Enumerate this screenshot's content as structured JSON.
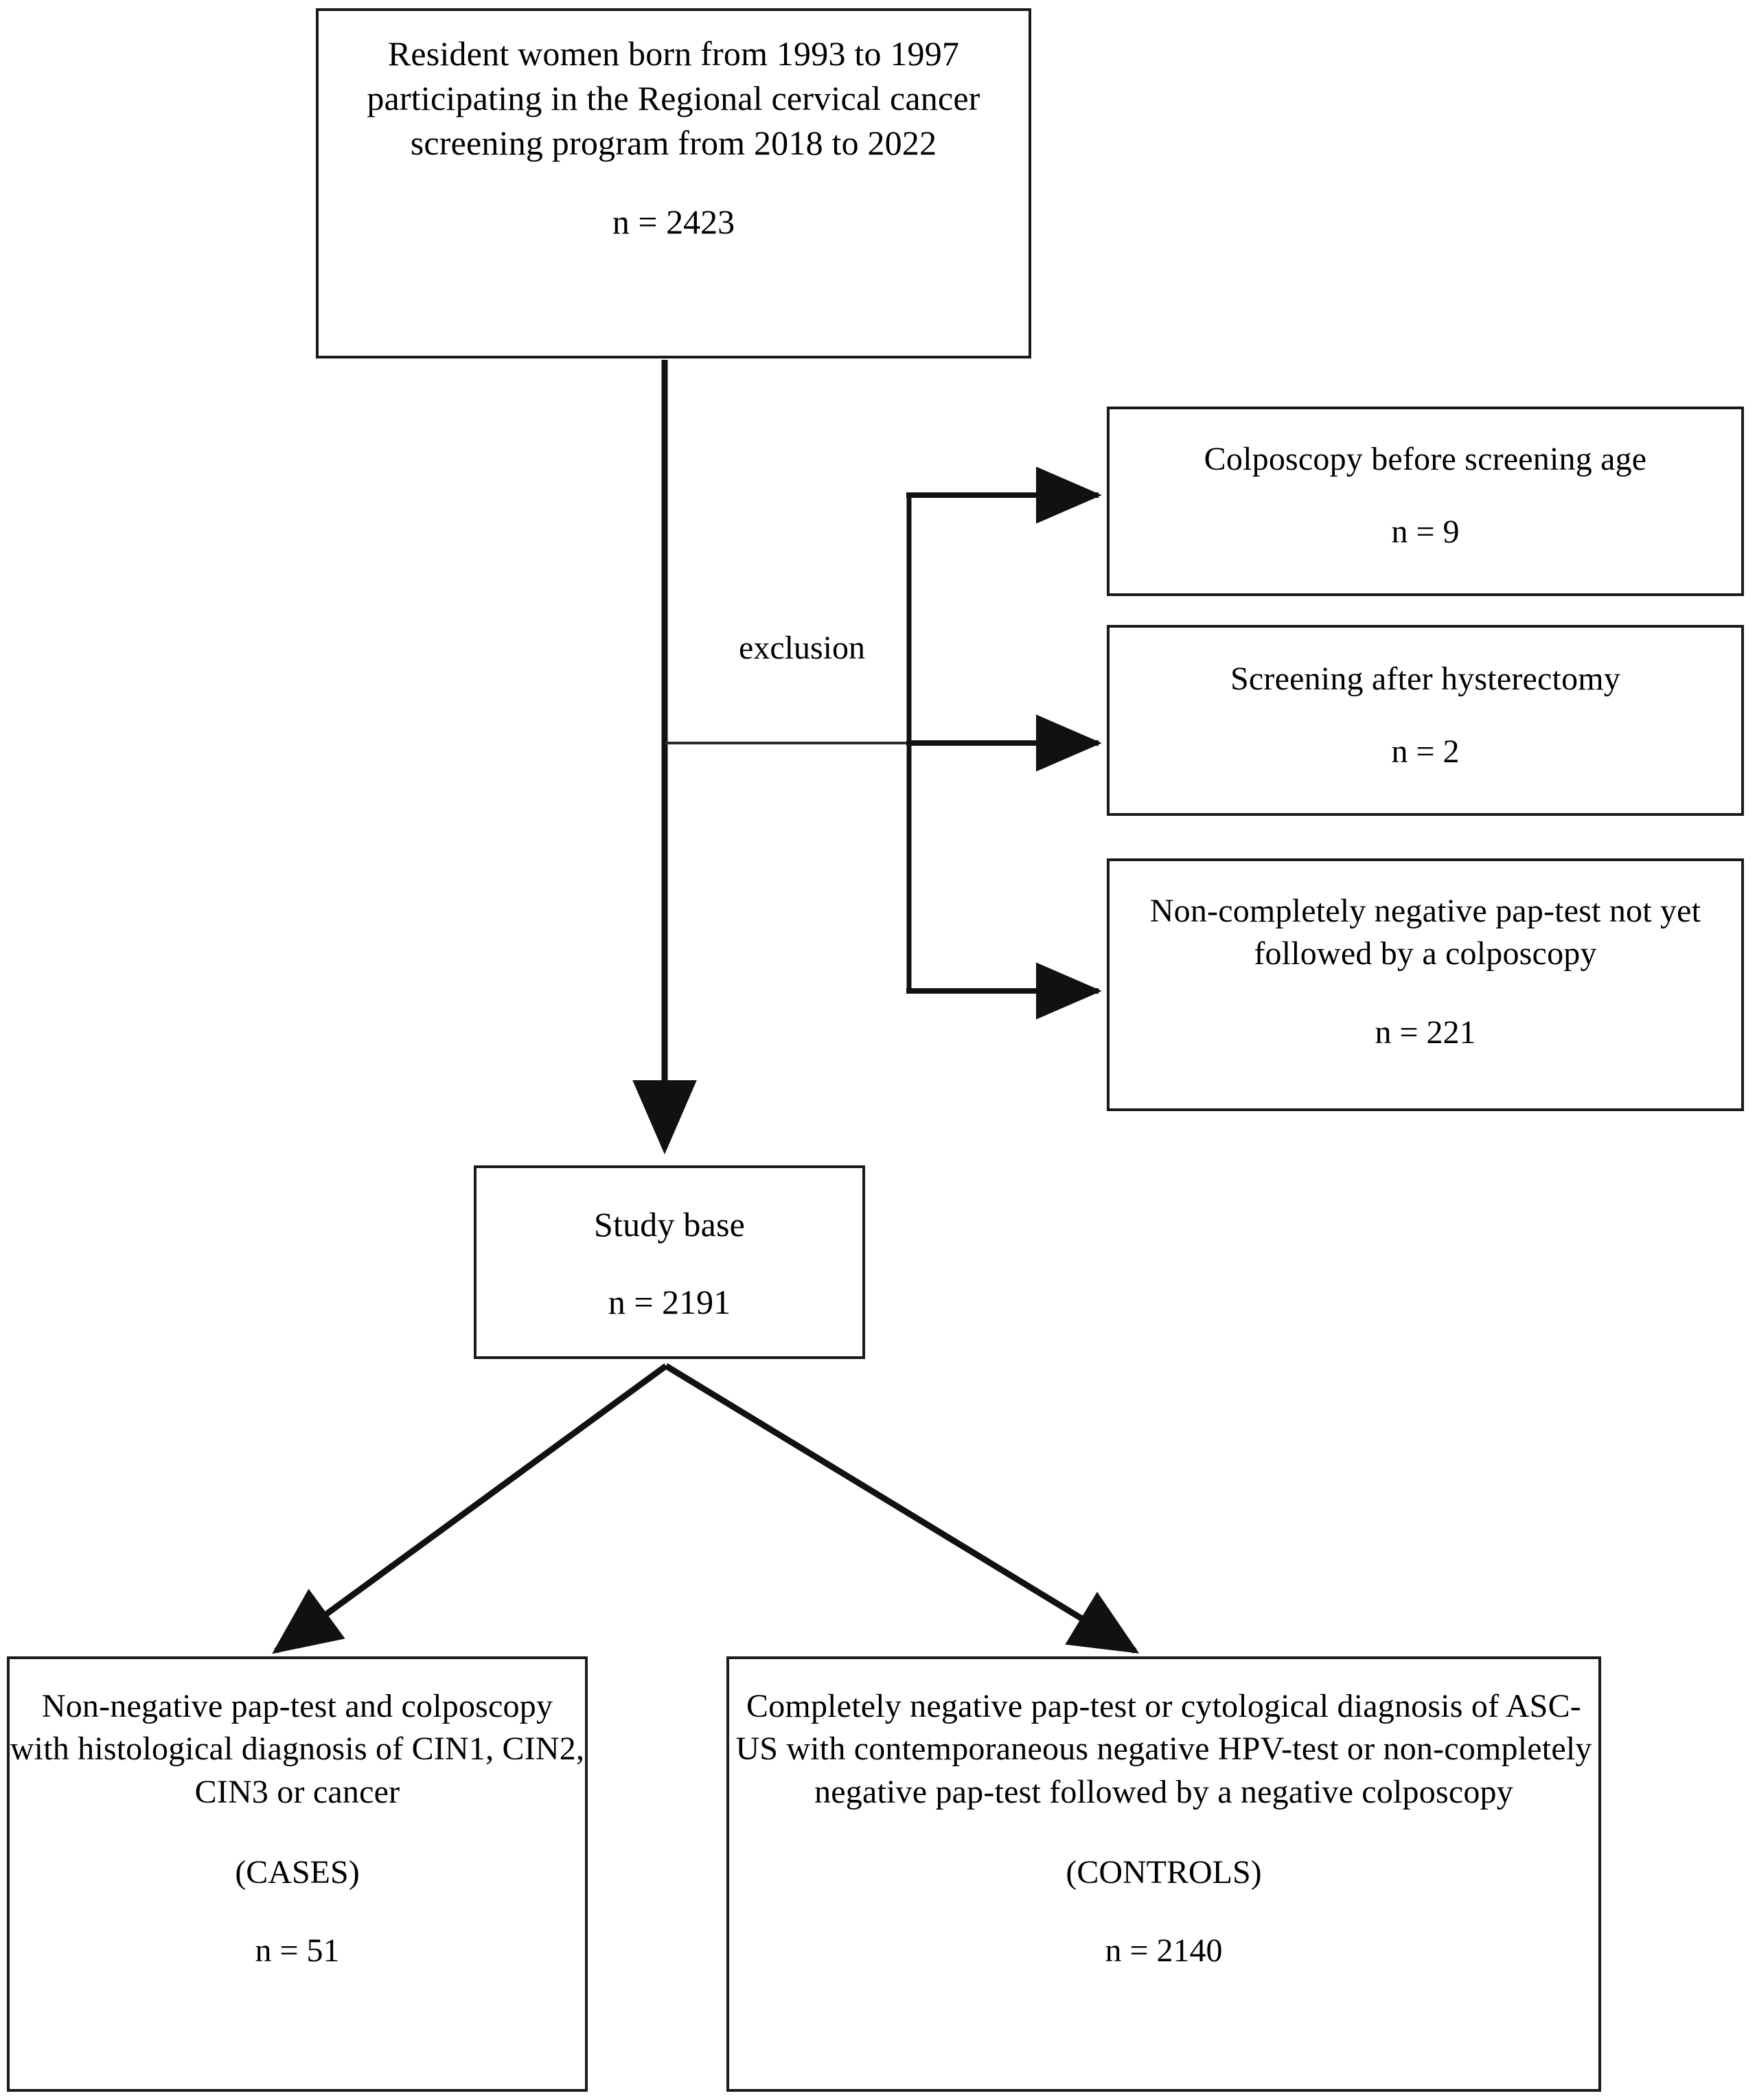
{
  "diagram": {
    "type": "flowchart",
    "title": "Study population selection flow diagram",
    "orientation": "top-down",
    "line_color": "#1a1a1a",
    "background_color": "#ffffff"
  },
  "nodes": {
    "source": {
      "text": "Resident women born from 1993 to 1997 participating in the Regional cervical cancer screening program from 2018 to 2022",
      "count": "n = 2423"
    },
    "exclusions": [
      {
        "text": "Colposcopy before screening age",
        "count": "n = 9"
      },
      {
        "text": "Screening after hysterectomy",
        "count": "n = 2"
      },
      {
        "text": "Non-completely negative pap-test not yet followed by a colposcopy",
        "count": "n = 221"
      }
    ],
    "study_base": {
      "text": "Study base",
      "count": "n = 2191"
    },
    "outcomes": [
      {
        "text": "Non-negative pap-test and colposcopy with histological diagnosis of CIN1, CIN2, CIN3 or cancer",
        "label": "(CASES)",
        "count": "n = 51"
      },
      {
        "text": "Completely negative pap-test or cytological diagnosis of ASC-US with contemporaneous negative HPV-test or non-completely negative pap-test followed by a negative colposcopy",
        "label": "(CONTROLS)",
        "count": "n = 2140"
      }
    ]
  },
  "edges": {
    "exclusion_label": "exclusion"
  }
}
